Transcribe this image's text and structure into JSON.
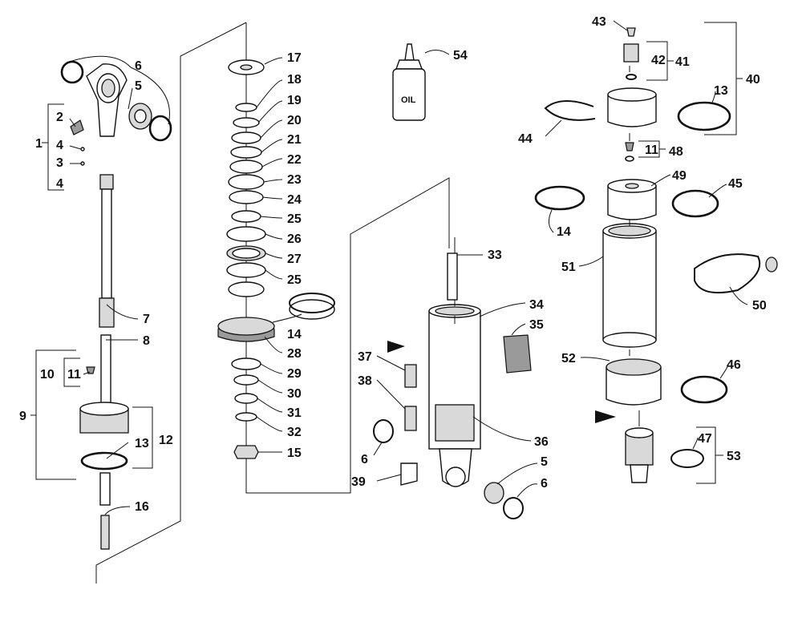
{
  "callouts": [
    "1",
    "2",
    "3",
    "4",
    "4",
    "5",
    "6",
    "7",
    "8",
    "9",
    "10",
    "11",
    "12",
    "13",
    "16",
    "17",
    "18",
    "19",
    "20",
    "21",
    "22",
    "23",
    "24",
    "25",
    "26",
    "27",
    "25",
    "14",
    "28",
    "29",
    "30",
    "31",
    "32",
    "15",
    "54",
    "33",
    "34",
    "35",
    "36",
    "37",
    "38",
    "39",
    "6",
    "5",
    "6",
    "43",
    "42",
    "41",
    "40",
    "13",
    "44",
    "11",
    "48",
    "49",
    "45",
    "14",
    "51",
    "50",
    "52",
    "46",
    "47",
    "53"
  ],
  "bottle_label": "OIL"
}
